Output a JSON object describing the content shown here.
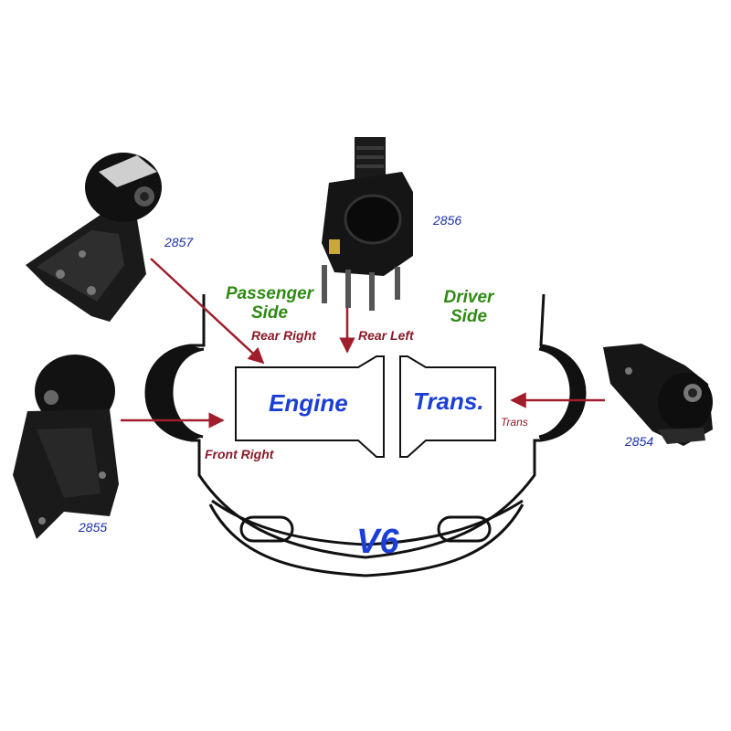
{
  "colors": {
    "outline": "#111111",
    "arrow": "#a01e2c",
    "part_number": "#1a2fa8",
    "position_label": "#8a1a28",
    "side_label": "#2f8a14",
    "block_label": "#1b3fd6",
    "mount_body": "#1a1a1a"
  },
  "sides": {
    "passenger": "Passenger\nSide",
    "driver": "Driver\nSide"
  },
  "blocks": {
    "engine": "Engine",
    "trans": "Trans.",
    "v6": "V6"
  },
  "positions": {
    "rear_right": "Rear Right",
    "rear_left": "Rear Left",
    "front_right": "Front Right",
    "trans": "Trans"
  },
  "parts": [
    {
      "id": "2857",
      "icon": "motor-mount-bracket-icon"
    },
    {
      "id": "2856",
      "icon": "motor-mount-stud-icon"
    },
    {
      "id": "2855",
      "icon": "motor-mount-bracket-icon"
    },
    {
      "id": "2854",
      "icon": "transmission-mount-icon"
    }
  ]
}
